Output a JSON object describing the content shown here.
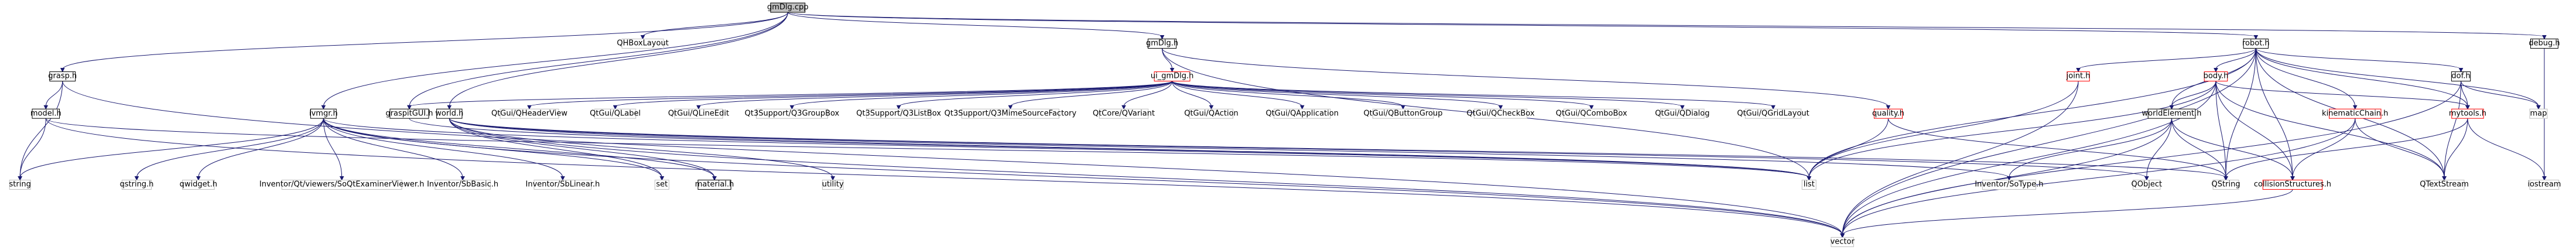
{
  "diagram": {
    "type": "include-dependency-graph",
    "colors": {
      "edge": "#191970",
      "root_fill": "#bfbfbf",
      "node_border": "#000000",
      "missing_border": "#ff0000",
      "node_fill": "#ffffff"
    },
    "nodes": [
      {
        "id": "root",
        "label": "gmDlg.cpp",
        "style": "root"
      },
      {
        "id": "qhboxlayout",
        "label": "QHBoxLayout",
        "style": "external"
      },
      {
        "id": "grasp",
        "label": "grasp.h",
        "style": "normal"
      },
      {
        "id": "gmdlg_h",
        "label": "gmDlg.h",
        "style": "normal"
      },
      {
        "id": "robot",
        "label": "robot.h",
        "style": "normal"
      },
      {
        "id": "debug",
        "label": "debug.h",
        "style": "normal"
      },
      {
        "id": "model",
        "label": "model.h",
        "style": "normal"
      },
      {
        "id": "ui_gmdlg",
        "label": "ui_gmDlg.h",
        "style": "missing"
      },
      {
        "id": "joint",
        "label": "joint.h",
        "style": "missing"
      },
      {
        "id": "bodyh",
        "label": "body.h",
        "style": "missing"
      },
      {
        "id": "dof",
        "label": "dof.h",
        "style": "normal"
      },
      {
        "id": "ivmgr",
        "label": "ivmgr.h",
        "style": "normal"
      },
      {
        "id": "graspitgui",
        "label": "graspitGUI.h",
        "style": "normal"
      },
      {
        "id": "worldh",
        "label": "world.h",
        "style": "normal"
      },
      {
        "id": "qheaderview",
        "label": "QtGui/QHeaderView",
        "style": "external"
      },
      {
        "id": "qlabel",
        "label": "QtGui/QLabel",
        "style": "external"
      },
      {
        "id": "qlineedit",
        "label": "QtGui/QLineEdit",
        "style": "external"
      },
      {
        "id": "q3groupbox",
        "label": "Qt3Support/Q3GroupBox",
        "style": "external"
      },
      {
        "id": "q3listbox",
        "label": "Qt3Support/Q3ListBox",
        "style": "external"
      },
      {
        "id": "q3mime",
        "label": "Qt3Support/Q3MimeSourceFactory",
        "style": "external"
      },
      {
        "id": "qvariant",
        "label": "QtCore/QVariant",
        "style": "external"
      },
      {
        "id": "qaction",
        "label": "QtGui/QAction",
        "style": "external"
      },
      {
        "id": "qapplication",
        "label": "QtGui/QApplication",
        "style": "external"
      },
      {
        "id": "qbuttongroup",
        "label": "QtGui/QButtonGroup",
        "style": "external"
      },
      {
        "id": "qcheckbox",
        "label": "QtGui/QCheckBox",
        "style": "external"
      },
      {
        "id": "qcombobox",
        "label": "QtGui/QComboBox",
        "style": "external"
      },
      {
        "id": "qdialog",
        "label": "QtGui/QDialog",
        "style": "external"
      },
      {
        "id": "qgridlayout",
        "label": "QtGui/QGridLayout",
        "style": "external"
      },
      {
        "id": "quality",
        "label": "quality.h",
        "style": "missing"
      },
      {
        "id": "worldelement",
        "label": "worldElement.h",
        "style": "normal"
      },
      {
        "id": "kinematicchain",
        "label": "kinematicChain.h",
        "style": "missing"
      },
      {
        "id": "mytools",
        "label": "mytools.h",
        "style": "missing"
      },
      {
        "id": "map",
        "label": "map",
        "style": "external"
      },
      {
        "id": "string",
        "label": "string",
        "style": "external"
      },
      {
        "id": "qstring_h",
        "label": "qstring.h",
        "style": "external"
      },
      {
        "id": "qwidget",
        "label": "qwidget.h",
        "style": "external"
      },
      {
        "id": "sowinexam",
        "label": "Inventor/Qt/viewers/SoQtExaminerViewer.h",
        "style": "external"
      },
      {
        "id": "sbbasic",
        "label": "Inventor/SbBasic.h",
        "style": "external"
      },
      {
        "id": "sblinear",
        "label": "Inventor/SbLinear.h",
        "style": "external"
      },
      {
        "id": "set",
        "label": "set",
        "style": "external"
      },
      {
        "id": "material",
        "label": "material.h",
        "style": "normal"
      },
      {
        "id": "utility",
        "label": "utility",
        "style": "external"
      },
      {
        "id": "list",
        "label": "list",
        "style": "external"
      },
      {
        "id": "sotype",
        "label": "Inventor/SoType.h",
        "style": "external"
      },
      {
        "id": "qobject",
        "label": "QObject",
        "style": "external"
      },
      {
        "id": "qstring",
        "label": "QString",
        "style": "external"
      },
      {
        "id": "collision",
        "label": "collisionStructures.h",
        "style": "missing"
      },
      {
        "id": "qtextstream",
        "label": "QTextStream",
        "style": "external"
      },
      {
        "id": "iostream",
        "label": "iostream",
        "style": "external"
      },
      {
        "id": "vector",
        "label": "vector",
        "style": "external"
      }
    ],
    "edges": [
      [
        "root",
        "qhboxlayout"
      ],
      [
        "root",
        "grasp"
      ],
      [
        "root",
        "gmdlg_h"
      ],
      [
        "root",
        "robot"
      ],
      [
        "root",
        "debug"
      ],
      [
        "root",
        "ivmgr"
      ],
      [
        "root",
        "graspitgui"
      ],
      [
        "root",
        "worldh"
      ],
      [
        "grasp",
        "model"
      ],
      [
        "grasp",
        "string"
      ],
      [
        "grasp",
        "vector"
      ],
      [
        "gmdlg_h",
        "ui_gmdlg"
      ],
      [
        "gmdlg_h",
        "quality"
      ],
      [
        "gmdlg_h",
        "list"
      ],
      [
        "model",
        "string"
      ],
      [
        "model",
        "list"
      ],
      [
        "model",
        "vector"
      ],
      [
        "ui_gmdlg",
        "qvariant"
      ],
      [
        "ui_gmdlg",
        "qaction"
      ],
      [
        "ui_gmdlg",
        "qapplication"
      ],
      [
        "ui_gmdlg",
        "qbuttongroup"
      ],
      [
        "ui_gmdlg",
        "qcheckbox"
      ],
      [
        "ui_gmdlg",
        "qcombobox"
      ],
      [
        "ui_gmdlg",
        "qdialog"
      ],
      [
        "ui_gmdlg",
        "qgridlayout"
      ],
      [
        "ui_gmdlg",
        "qheaderview"
      ],
      [
        "ui_gmdlg",
        "qlabel"
      ],
      [
        "ui_gmdlg",
        "qlineedit"
      ],
      [
        "ui_gmdlg",
        "q3groupbox"
      ],
      [
        "ui_gmdlg",
        "q3listbox"
      ],
      [
        "ui_gmdlg",
        "q3mime"
      ],
      [
        "ui_gmdlg",
        "graspitgui"
      ],
      [
        "robot",
        "joint"
      ],
      [
        "robot",
        "bodyh"
      ],
      [
        "robot",
        "dof"
      ],
      [
        "robot",
        "kinematicchain"
      ],
      [
        "robot",
        "worldelement"
      ],
      [
        "robot",
        "mytools"
      ],
      [
        "robot",
        "map"
      ],
      [
        "robot",
        "vector"
      ],
      [
        "robot",
        "qstring"
      ],
      [
        "robot",
        "qtextstream"
      ],
      [
        "robot",
        "collision"
      ],
      [
        "robot",
        "list"
      ],
      [
        "debug",
        "iostream"
      ],
      [
        "joint",
        "list"
      ],
      [
        "joint",
        "vector"
      ],
      [
        "bodyh",
        "worldelement"
      ],
      [
        "bodyh",
        "mytools"
      ],
      [
        "bodyh",
        "collision"
      ],
      [
        "bodyh",
        "qstring"
      ],
      [
        "bodyh",
        "list"
      ],
      [
        "bodyh",
        "qtextstream"
      ],
      [
        "bodyh",
        "vector"
      ],
      [
        "dof",
        "vector"
      ],
      [
        "dof",
        "mytools"
      ],
      [
        "dof",
        "map"
      ],
      [
        "dof",
        "qtextstream"
      ],
      [
        "ivmgr",
        "qstring_h"
      ],
      [
        "ivmgr",
        "qwidget"
      ],
      [
        "ivmgr",
        "sowinexam"
      ],
      [
        "ivmgr",
        "sbbasic"
      ],
      [
        "ivmgr",
        "sblinear"
      ],
      [
        "ivmgr",
        "set"
      ],
      [
        "ivmgr",
        "material"
      ],
      [
        "ivmgr",
        "list"
      ],
      [
        "ivmgr",
        "vector"
      ],
      [
        "ivmgr",
        "string"
      ],
      [
        "graspitgui",
        "list"
      ],
      [
        "worldh",
        "list"
      ],
      [
        "worldh",
        "set"
      ],
      [
        "worldh",
        "utility"
      ],
      [
        "worldh",
        "vector"
      ],
      [
        "worldh",
        "sotype"
      ],
      [
        "worldh",
        "qobject"
      ],
      [
        "worldh",
        "qstring"
      ],
      [
        "worldh",
        "material"
      ],
      [
        "quality",
        "list"
      ],
      [
        "quality",
        "qstring"
      ],
      [
        "worldelement",
        "sotype"
      ],
      [
        "worldelement",
        "qobject"
      ],
      [
        "worldelement",
        "qstring"
      ],
      [
        "worldelement",
        "collision"
      ],
      [
        "worldelement",
        "vector"
      ],
      [
        "kinematicchain",
        "vector"
      ],
      [
        "kinematicchain",
        "qtextstream"
      ],
      [
        "kinematicchain",
        "collision"
      ],
      [
        "mytools",
        "qstring"
      ],
      [
        "mytools",
        "qtextstream"
      ],
      [
        "mytools",
        "iostream"
      ],
      [
        "collision",
        "vector"
      ]
    ]
  }
}
